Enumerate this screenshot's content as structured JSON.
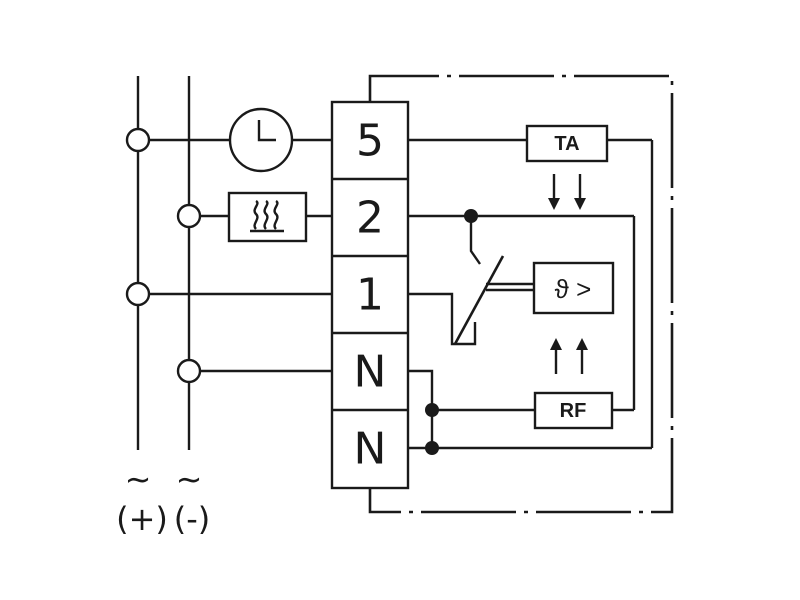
{
  "terminals": [
    {
      "label": "5"
    },
    {
      "label": "2"
    },
    {
      "label": "1"
    },
    {
      "label": "N"
    },
    {
      "label": "N"
    }
  ],
  "components": {
    "ta_label": "TA",
    "rf_label": "RF",
    "sensor_symbol": "ϑ >",
    "timer": "clock-icon",
    "heater": "heater-icon"
  },
  "supply": {
    "tilde_left": "~",
    "tilde_right": "~",
    "plus_label": "(+)",
    "minus_label": "(-)"
  }
}
